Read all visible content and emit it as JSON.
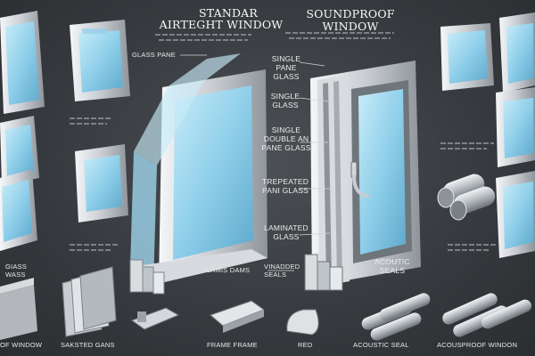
{
  "header": {
    "left_title_line1": "STANDAR",
    "left_title_line2": "AIRTEGHT WINDOW",
    "right_title": "SOUNDPROOF WINDOW"
  },
  "labels": {
    "glass_pane": "GLASS PANE",
    "single_pane_glass": "SINGLE PANE GLASS",
    "single_glass": "SINGLE GLASS",
    "single_double_pane": "SINGLE DOUBLE AN PANE GLASS",
    "tripe_pane": "TREPEATED PANI GLASS",
    "laminated": "LAMINATED GLASS",
    "acoustic_seals": "ACOUTIC SEALS",
    "laminated_gaps": "LAMIS DAMS",
    "vinaded_seals": "VINADDED SEALS",
    "glass_wass": "GIASS WASS"
  },
  "bottom_captions": {
    "c1": "OF WINDOW",
    "c2": "SAKSTED GANS",
    "c3": "FRAME FRAME",
    "c4": "RED",
    "c5": "ACOUSTIC SEAL",
    "c6": "ACOUSPROOF WINDON"
  },
  "icons": {
    "handle": "window-handle-icon",
    "tube": "aluminum-tube-icon"
  },
  "colors": {
    "background": "#3a3d41",
    "glass": "#a9dcf0",
    "frame": "#e9ecef"
  }
}
